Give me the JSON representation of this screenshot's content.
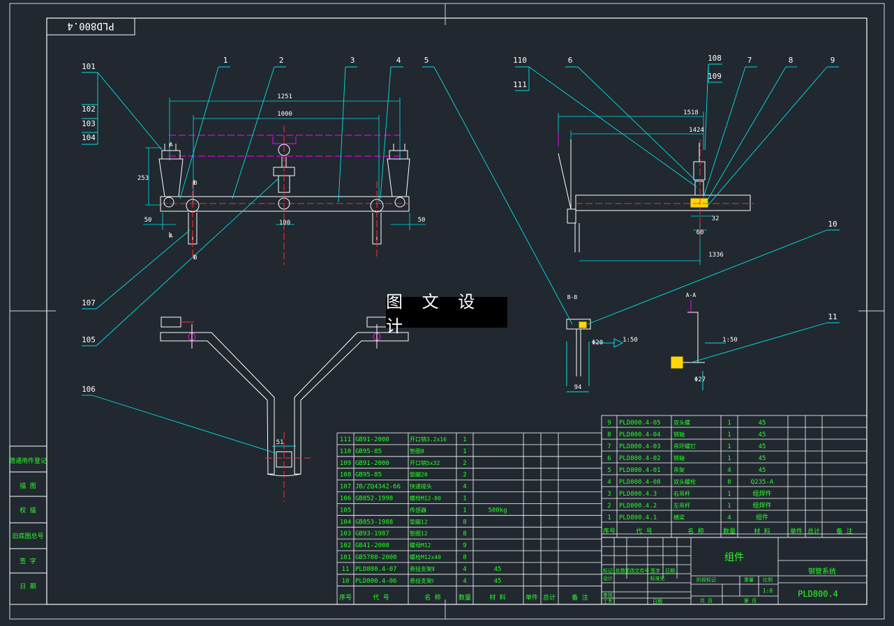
{
  "drawing": {
    "code_top": "PLD800.4",
    "code_title": "PLD800.4",
    "assembly_name": "组件",
    "product_name": "钢管系统",
    "scale": "1:8",
    "watermark": "图 文 设 计"
  },
  "left_strip": [
    "借通用件登记",
    "描 图",
    "校 描",
    "旧底图总号",
    "签 字",
    "日 期"
  ],
  "callouts": {
    "front": [
      "101",
      "102",
      "103",
      "104",
      "1",
      "2",
      "3",
      "4",
      "5",
      "107",
      "105",
      "106"
    ],
    "side": [
      "110",
      "111",
      "6",
      "108",
      "109",
      "7",
      "8",
      "9",
      "10",
      "11"
    ]
  },
  "dims": {
    "front": [
      "1251",
      "1000",
      "253",
      "50",
      "100",
      "50"
    ],
    "side": [
      "1518",
      "1424",
      "32",
      "60",
      "1336"
    ],
    "bb": [
      "94",
      "Φ20",
      "1:50"
    ],
    "aa": [
      "Φ27",
      "1:50"
    ],
    "bottom": [
      "51"
    ]
  },
  "section_labels": [
    "B-B",
    "A-A",
    "A",
    "A",
    "B",
    "B"
  ],
  "bom_left": {
    "rows": [
      [
        "111",
        "GB91-2000",
        "开口销3.2x16",
        "1",
        "",
        ""
      ],
      [
        "110",
        "GB95-85",
        "垫圈8",
        "1",
        "",
        ""
      ],
      [
        "109",
        "GB91-2000",
        "开口销5x32",
        "2",
        "",
        ""
      ],
      [
        "108",
        "GB95-85",
        "垫圈20",
        "2",
        "",
        ""
      ],
      [
        "107",
        "JB/ZQ4342-66",
        "快速接头",
        "4",
        "",
        ""
      ],
      [
        "106",
        "GB852-1998",
        "螺栓M12-80",
        "1",
        "",
        ""
      ],
      [
        "105",
        "",
        "传感器",
        "1",
        "500kg",
        ""
      ],
      [
        "104",
        "GB853-1988",
        "垫圈12",
        "8",
        "",
        ""
      ],
      [
        "103",
        "GB93-1987",
        "垫圈12",
        "8",
        "",
        ""
      ],
      [
        "102",
        "GB41-2000",
        "螺母M12",
        "9",
        "",
        ""
      ],
      [
        "101",
        "GB5780-2000",
        "螺栓M12x40",
        "8",
        "",
        ""
      ],
      [
        "11",
        "PLD800.4-07",
        "悬挂支架Ⅱ",
        "4",
        "45",
        ""
      ],
      [
        "10",
        "PLD800.4-06",
        "悬挂支架Ⅰ",
        "4",
        "45",
        ""
      ]
    ],
    "header": [
      "序号",
      "代 号",
      "名 称",
      "数量",
      "材 料",
      "单件",
      "总计",
      "备 注"
    ]
  },
  "bom_right": {
    "rows": [
      [
        "9",
        "PLD800.4-05",
        "双头螺",
        "1",
        "45"
      ],
      [
        "8",
        "PLD800.4-04",
        "销轴",
        "1",
        "45"
      ],
      [
        "7",
        "PLD800.4-03",
        "吊环螺钉",
        "1",
        "45"
      ],
      [
        "6",
        "PLD800.4-02",
        "销轴",
        "1",
        "45"
      ],
      [
        "5",
        "PLD800.4-01",
        "吊架",
        "4",
        "45"
      ],
      [
        "4",
        "PLD800.4-08",
        "双头螺栓",
        "8",
        "Q235-A"
      ],
      [
        "3",
        "PLD800.4.3",
        "右吊杆",
        "1",
        "组焊件"
      ],
      [
        "2",
        "PLD800.4.2",
        "左吊杆",
        "1",
        "组焊件"
      ],
      [
        "1",
        "PLD800.4.1",
        "横梁",
        "4",
        "组件"
      ]
    ],
    "header": [
      "序号",
      "代 号",
      "名 称",
      "数量",
      "材 料",
      "单件",
      "总计",
      "备 注"
    ]
  },
  "title_block": {
    "labels": [
      "标记",
      "处数",
      "更改文件号",
      "签字",
      "日期",
      "设计",
      "标准化",
      "审核",
      "工艺",
      "日期",
      "阶段标记",
      "重量",
      "比例",
      "共 页",
      "第 页"
    ]
  },
  "colors": {
    "bg": "#212830",
    "line": "#ffffff",
    "green": "#28ff28",
    "cyan": "#00e5e5",
    "red": "#ff3030",
    "magenta": "#ff00ff",
    "yellow": "#ffd700"
  }
}
